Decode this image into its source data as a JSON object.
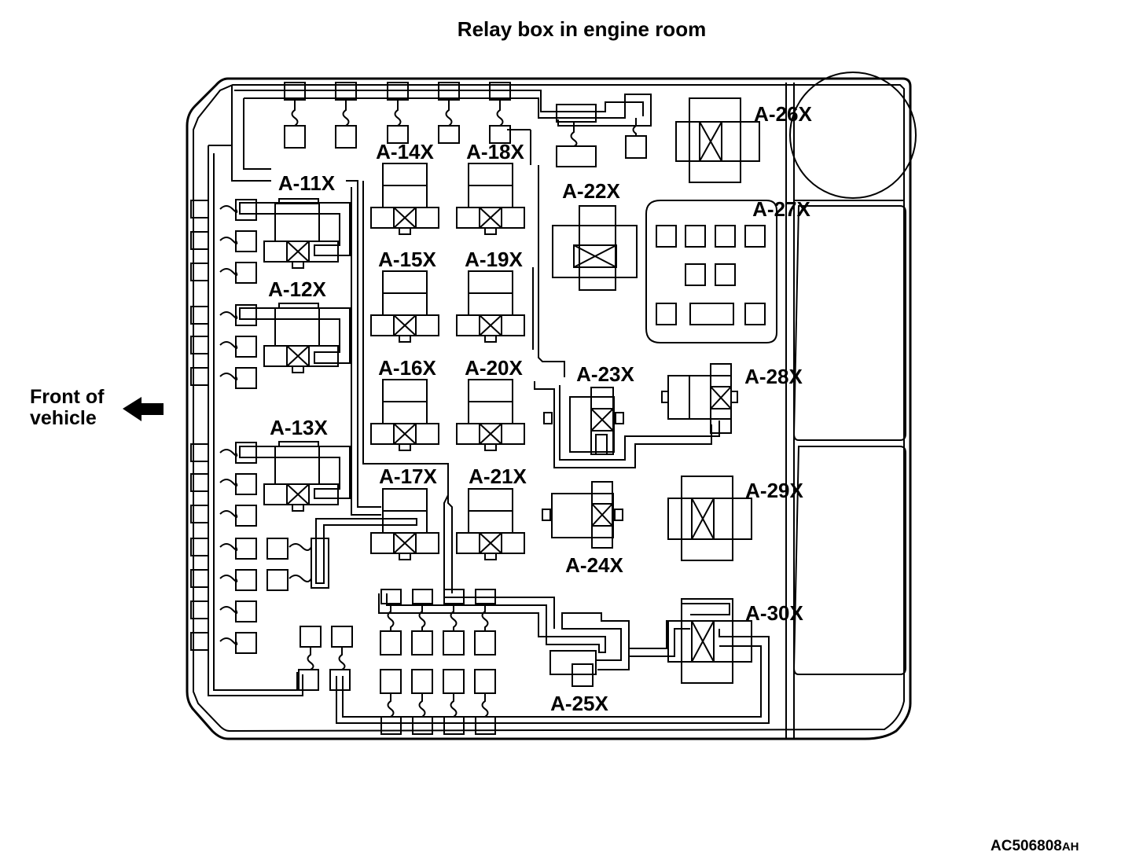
{
  "title": "Relay box in engine room",
  "front": {
    "line1": "Front of",
    "line2": "vehicle"
  },
  "code": {
    "main": "AC506808",
    "suffix": "AH"
  },
  "relays": {
    "a11": "A-11X",
    "a12": "A-12X",
    "a13": "A-13X",
    "a14": "A-14X",
    "a15": "A-15X",
    "a16": "A-16X",
    "a17": "A-17X",
    "a18": "A-18X",
    "a19": "A-19X",
    "a20": "A-20X",
    "a21": "A-21X",
    "a22": "A-22X",
    "a23": "A-23X",
    "a24": "A-24X",
    "a25": "A-25X",
    "a26": "A-26X",
    "a27": "A-27X",
    "a28": "A-28X",
    "a29": "A-29X",
    "a30": "A-30X"
  }
}
